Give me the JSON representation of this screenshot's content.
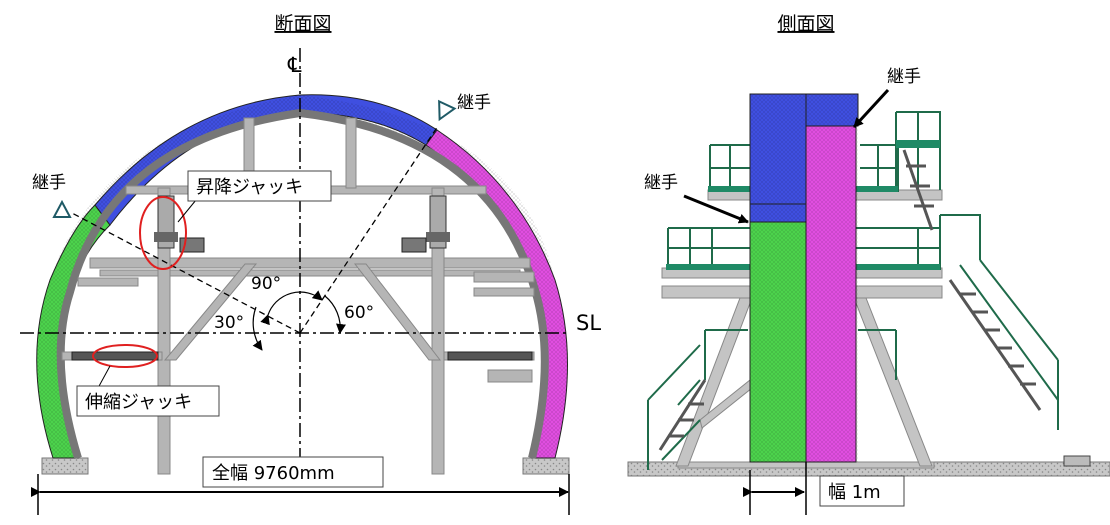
{
  "cross_section": {
    "title": "断面図",
    "centerline": "℄",
    "sl_label": "SL",
    "joint_label_right": "継手",
    "joint_label_left": "継手",
    "lift_jack_label": "昇降ジャッキ",
    "telescopic_jack_label": "伸縮ジャッキ",
    "angle_30": "30°",
    "angle_60": "60°",
    "angle_90": "90°",
    "width_label": "全幅 9760mm"
  },
  "side_view": {
    "title": "側面図",
    "joint_label_top": "継手",
    "joint_label_mid": "継手",
    "width_label": "幅 1m"
  },
  "colors": {
    "segment_blue": "#3f4fe0",
    "segment_magenta": "#e04ee0",
    "segment_green": "#4cd24c",
    "steel": "#9a9a9a",
    "stair_green": "#1f6b4a",
    "callout_red": "#e02020"
  }
}
